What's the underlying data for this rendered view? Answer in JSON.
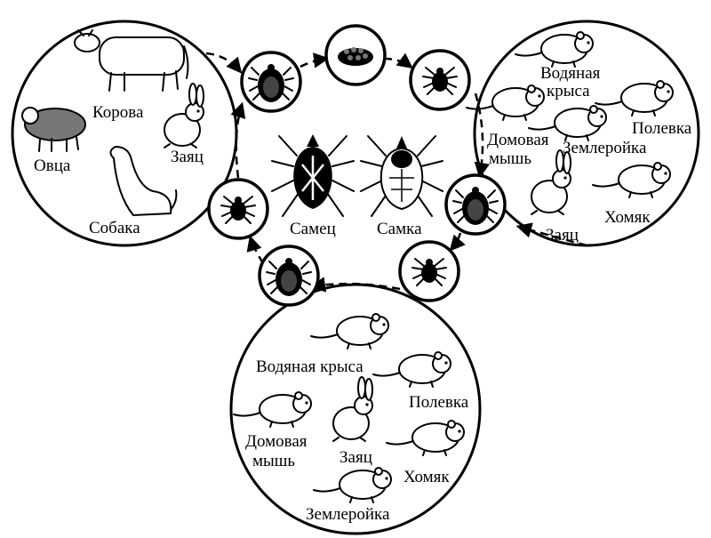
{
  "hosts": {
    "large": {
      "cow": "Корова",
      "sheep": "Овца",
      "hare": "Заяц",
      "dog": "Собака"
    },
    "right": {
      "water_rat": [
        "Водяная",
        "крыса"
      ],
      "vole": "Полевка",
      "house_mouse": [
        "Домовая",
        "мышь"
      ],
      "shrew": "Землеройка",
      "hare": "Заяц",
      "hamster": "Хомяк"
    },
    "bottom": {
      "water_rat": "Водяная крыса",
      "vole": "Полевка",
      "house_mouse": [
        "Домовая",
        "мышь"
      ],
      "hare": "Заяц",
      "hamster": "Хомяк",
      "shrew": "Землеройка"
    }
  },
  "adults": {
    "male": "Самец",
    "female": "Самка"
  }
}
